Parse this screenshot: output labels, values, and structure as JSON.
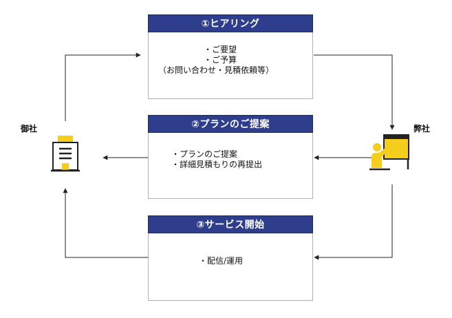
{
  "colors": {
    "header_bg": "#2f3e8c",
    "header_text": "#ffffff",
    "box_border": "#b0b0b0",
    "arrow": "#222222",
    "icon_yellow": "#f5cd1c",
    "icon_dark": "#222222"
  },
  "parties": {
    "client": {
      "label": "御社",
      "icon": "office-building-icon"
    },
    "company": {
      "label": "弊社",
      "icon": "person-presenting-board-icon"
    }
  },
  "steps": [
    {
      "title": "①ヒアリング",
      "lines": [
        "・ご要望",
        "・ご予算",
        "（お問い合わせ・見積依頼等）"
      ]
    },
    {
      "title": "②プランのご提案",
      "lines": [
        "・プランのご提案",
        "・詳細見積もりの再提出"
      ]
    },
    {
      "title": "③サービス開始",
      "lines": [
        "・配信/運用"
      ]
    }
  ]
}
